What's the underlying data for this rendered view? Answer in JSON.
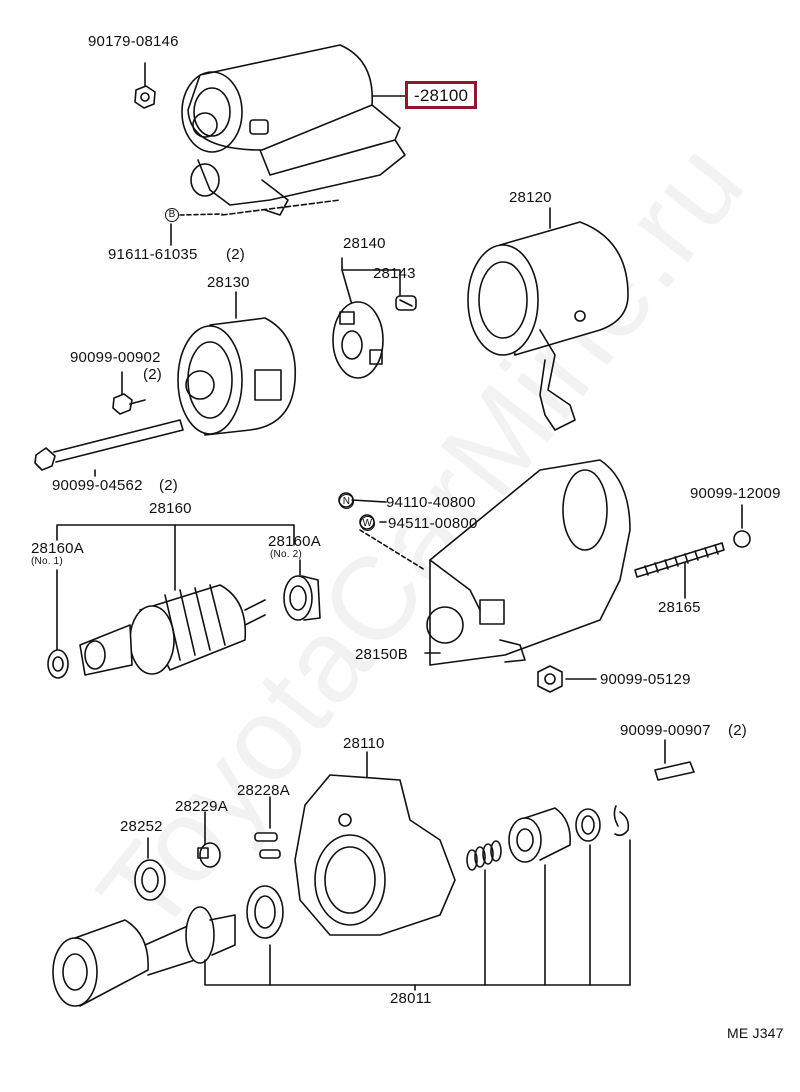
{
  "watermark": "ToyotaCarMine.ru",
  "highlight_color": "#8b1a2e",
  "labels": {
    "p90179": "90179-08146",
    "p28100": "28100",
    "p91611": "91611-61035",
    "p91611_qty": "(2)",
    "p28120": "28120",
    "p28140": "28140",
    "p28143": "28143",
    "p28130": "28130",
    "p90099_00902": "90099-00902",
    "p90099_00902_qty": "(2)",
    "p90099_04562": "90099-04562",
    "p90099_04562_qty": "(2)",
    "circle_n": "N",
    "circle_w": "W",
    "circle_b": "B",
    "p94110": "94110-40800",
    "p94511": "94511-00800",
    "p90099_12009": "90099-12009",
    "p28160": "28160",
    "p28160A_1": "28160A",
    "p28160A_1_sub": "(No. 1)",
    "p28160A_2": "28160A",
    "p28160A_2_sub": "(No. 2)",
    "p28165": "28165",
    "p28150B": "28150B",
    "p90099_05129": "90099-05129",
    "p28110": "28110",
    "p90099_00907": "90099-00907",
    "p90099_00907_qty": "(2)",
    "p28252": "28252",
    "p28229A": "28229A",
    "p28228A": "28228A",
    "p28011": "28011",
    "figure_code": "ME J347"
  }
}
